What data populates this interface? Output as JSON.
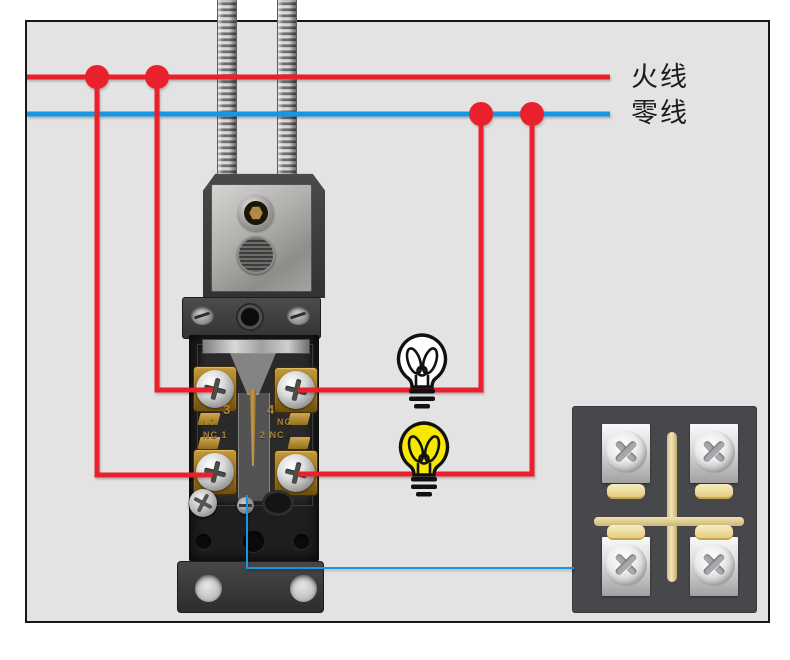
{
  "diagram": {
    "title": "limit-switch-wiring-diagram",
    "frame": {
      "background": "#e3e3e3",
      "border_color": "#161616"
    },
    "wires": {
      "live": {
        "label": "火线",
        "color": "#e8212d"
      },
      "neutral": {
        "label": "零线",
        "color": "#1697e4"
      },
      "junction_dot_color": "#e8212d",
      "switch_to_panel_wire_color": "#1697e4"
    },
    "limit_switch": {
      "markings": {
        "row1_left": "3",
        "row1_right": "4",
        "row2_left": "NO",
        "row2_right": "NO",
        "row3_left": "NC 1",
        "row3_right": "2 NC"
      },
      "terminal_count": 4
    },
    "bulbs": [
      {
        "state": "off",
        "fill": "#ffffff"
      },
      {
        "state": "on",
        "fill": "#f6e800"
      }
    ],
    "terminal_panel": {
      "background": "#48474c",
      "screw_count": 4,
      "contact_bar_color": "#ecdca2"
    }
  }
}
